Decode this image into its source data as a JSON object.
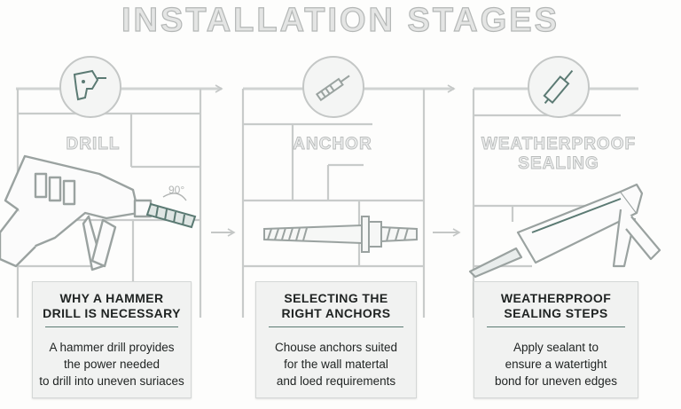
{
  "title": "INSTALLATION STAGES",
  "stages": [
    {
      "label": "DRILL",
      "icon": "hammer-drill-icon"
    },
    {
      "label": "ANCHOR",
      "icon": "wall-anchor-icon"
    },
    {
      "label_line1": "WEATHERPROOF",
      "label_line2": "SEALING",
      "icon": "caulk-tube-icon"
    }
  ],
  "annotations": {
    "angle": "90°"
  },
  "cards": [
    {
      "title_line1": "WHY A HAMMER",
      "title_line2": "DRILL IS NECESSARY",
      "body_line1": "A hammer drill proyides",
      "body_line2": "the power needed",
      "body_line3": "to drill into uneven suriaces"
    },
    {
      "title_line1": "SELECTING THE",
      "title_line2": "RIGHT ANCHORS",
      "body_line1": "Chouse anchors suited",
      "body_line2": "for the wall matertal",
      "body_line3": "and loed requirements"
    },
    {
      "title_line1": "WEATHERPROOF",
      "title_line2": "SEALING STEPS",
      "body_line1": "Apply sealant to",
      "body_line2": "ensure a watertight",
      "body_line3": "bond for uneven edges"
    }
  ],
  "colors": {
    "accent": "#5b7a73",
    "line": "#c4c7c6",
    "card_bg": "#f1f2f1",
    "text": "#1f2322"
  }
}
